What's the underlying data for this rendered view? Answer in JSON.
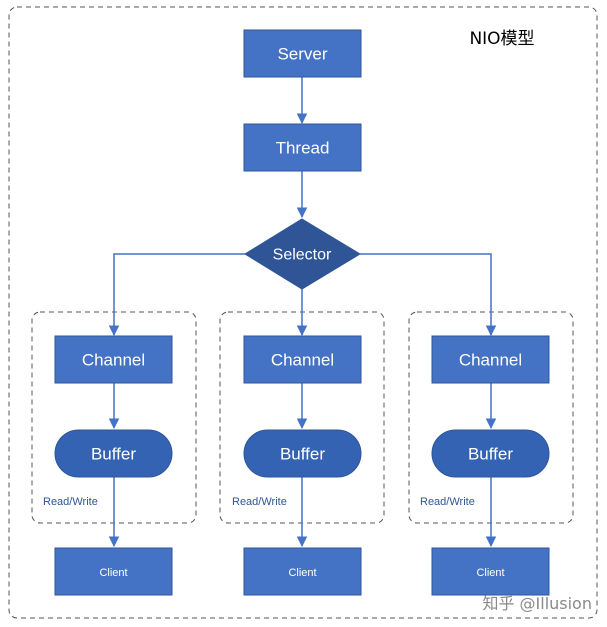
{
  "title": "NIO模型",
  "server_label": "Server",
  "thread_label": "Thread",
  "selector_label": "Selector",
  "columns": [
    {
      "channel_label": "Channel",
      "buffer_label": "Buffer",
      "rw_label": "Read/Write",
      "client_label": "Client"
    },
    {
      "channel_label": "Channel",
      "buffer_label": "Buffer",
      "rw_label": "Read/Write",
      "client_label": "Client"
    },
    {
      "channel_label": "Channel",
      "buffer_label": "Buffer",
      "rw_label": "Read/Write",
      "client_label": "Client"
    }
  ],
  "watermark": "知乎 @Illusion",
  "colors": {
    "box_fill": "#4472c4",
    "box_stroke": "#2f5597",
    "buffer_fill": "#3563b4",
    "arrow": "#4472c4",
    "dashed_border": "#555555"
  }
}
